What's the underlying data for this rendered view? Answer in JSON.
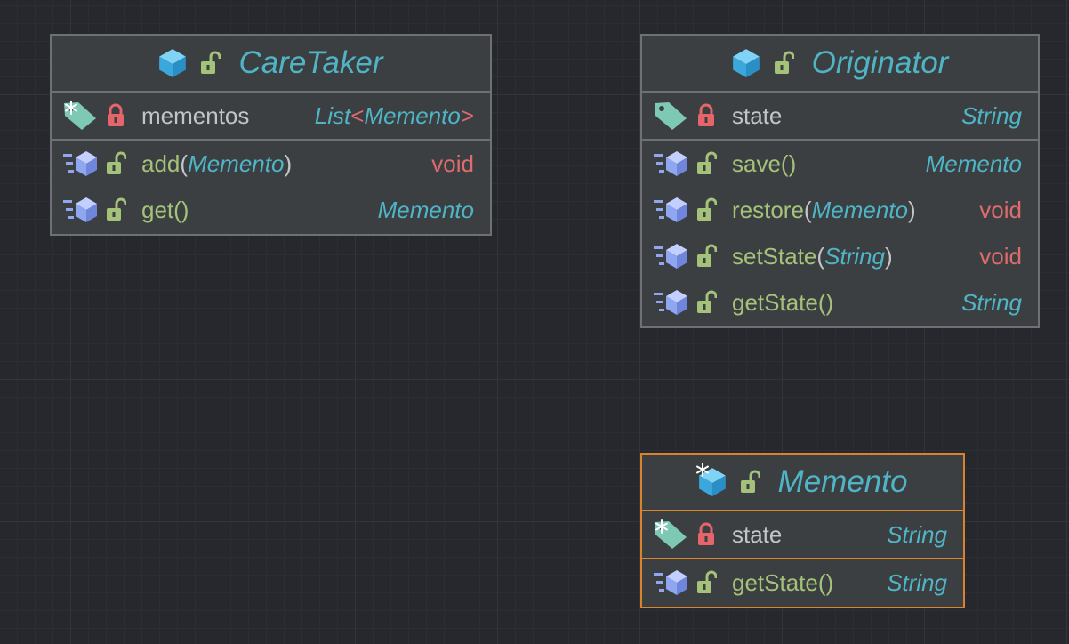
{
  "classes": {
    "caretaker": {
      "title": "CareTaker",
      "field": {
        "name": "mementos",
        "type_base": "List",
        "type_lt": "<",
        "type_arg": "Memento",
        "type_gt": ">"
      },
      "methods": [
        {
          "name": "add",
          "open": "(",
          "param": "Memento",
          "close": ")",
          "return": "void"
        },
        {
          "name": "get()",
          "return": "Memento"
        }
      ]
    },
    "originator": {
      "title": "Originator",
      "field": {
        "name": "state",
        "type": "String"
      },
      "methods": [
        {
          "name": "save()",
          "return": "Memento"
        },
        {
          "name": "restore",
          "open": "(",
          "param": "Memento",
          "close": ")",
          "return": "void"
        },
        {
          "name": "setState",
          "open": "(",
          "param": "String",
          "close": ")",
          "return": "void"
        },
        {
          "name": "getState()",
          "return": "String"
        }
      ]
    },
    "memento": {
      "title": "Memento",
      "field": {
        "name": "state",
        "type": "String"
      },
      "methods": [
        {
          "name": "getState()",
          "return": "String"
        }
      ]
    }
  },
  "icons": {
    "class_icon": "class-cube-icon",
    "static_class_icon": "static-class-cube-icon",
    "field_icon": "field-tag-icon",
    "method_icon": "method-cube-icon",
    "public_icon": "unlocked-padlock-icon",
    "private_icon": "locked-padlock-icon"
  },
  "colors": {
    "background": "#26282e",
    "box": "#3c3f41",
    "border": "#6e7073",
    "highlight_border": "#d9832f",
    "title": "#4fb5c6",
    "method_name": "#a5c27a",
    "keyword_void": "#de6b6d",
    "text": "#c2c4c7"
  }
}
